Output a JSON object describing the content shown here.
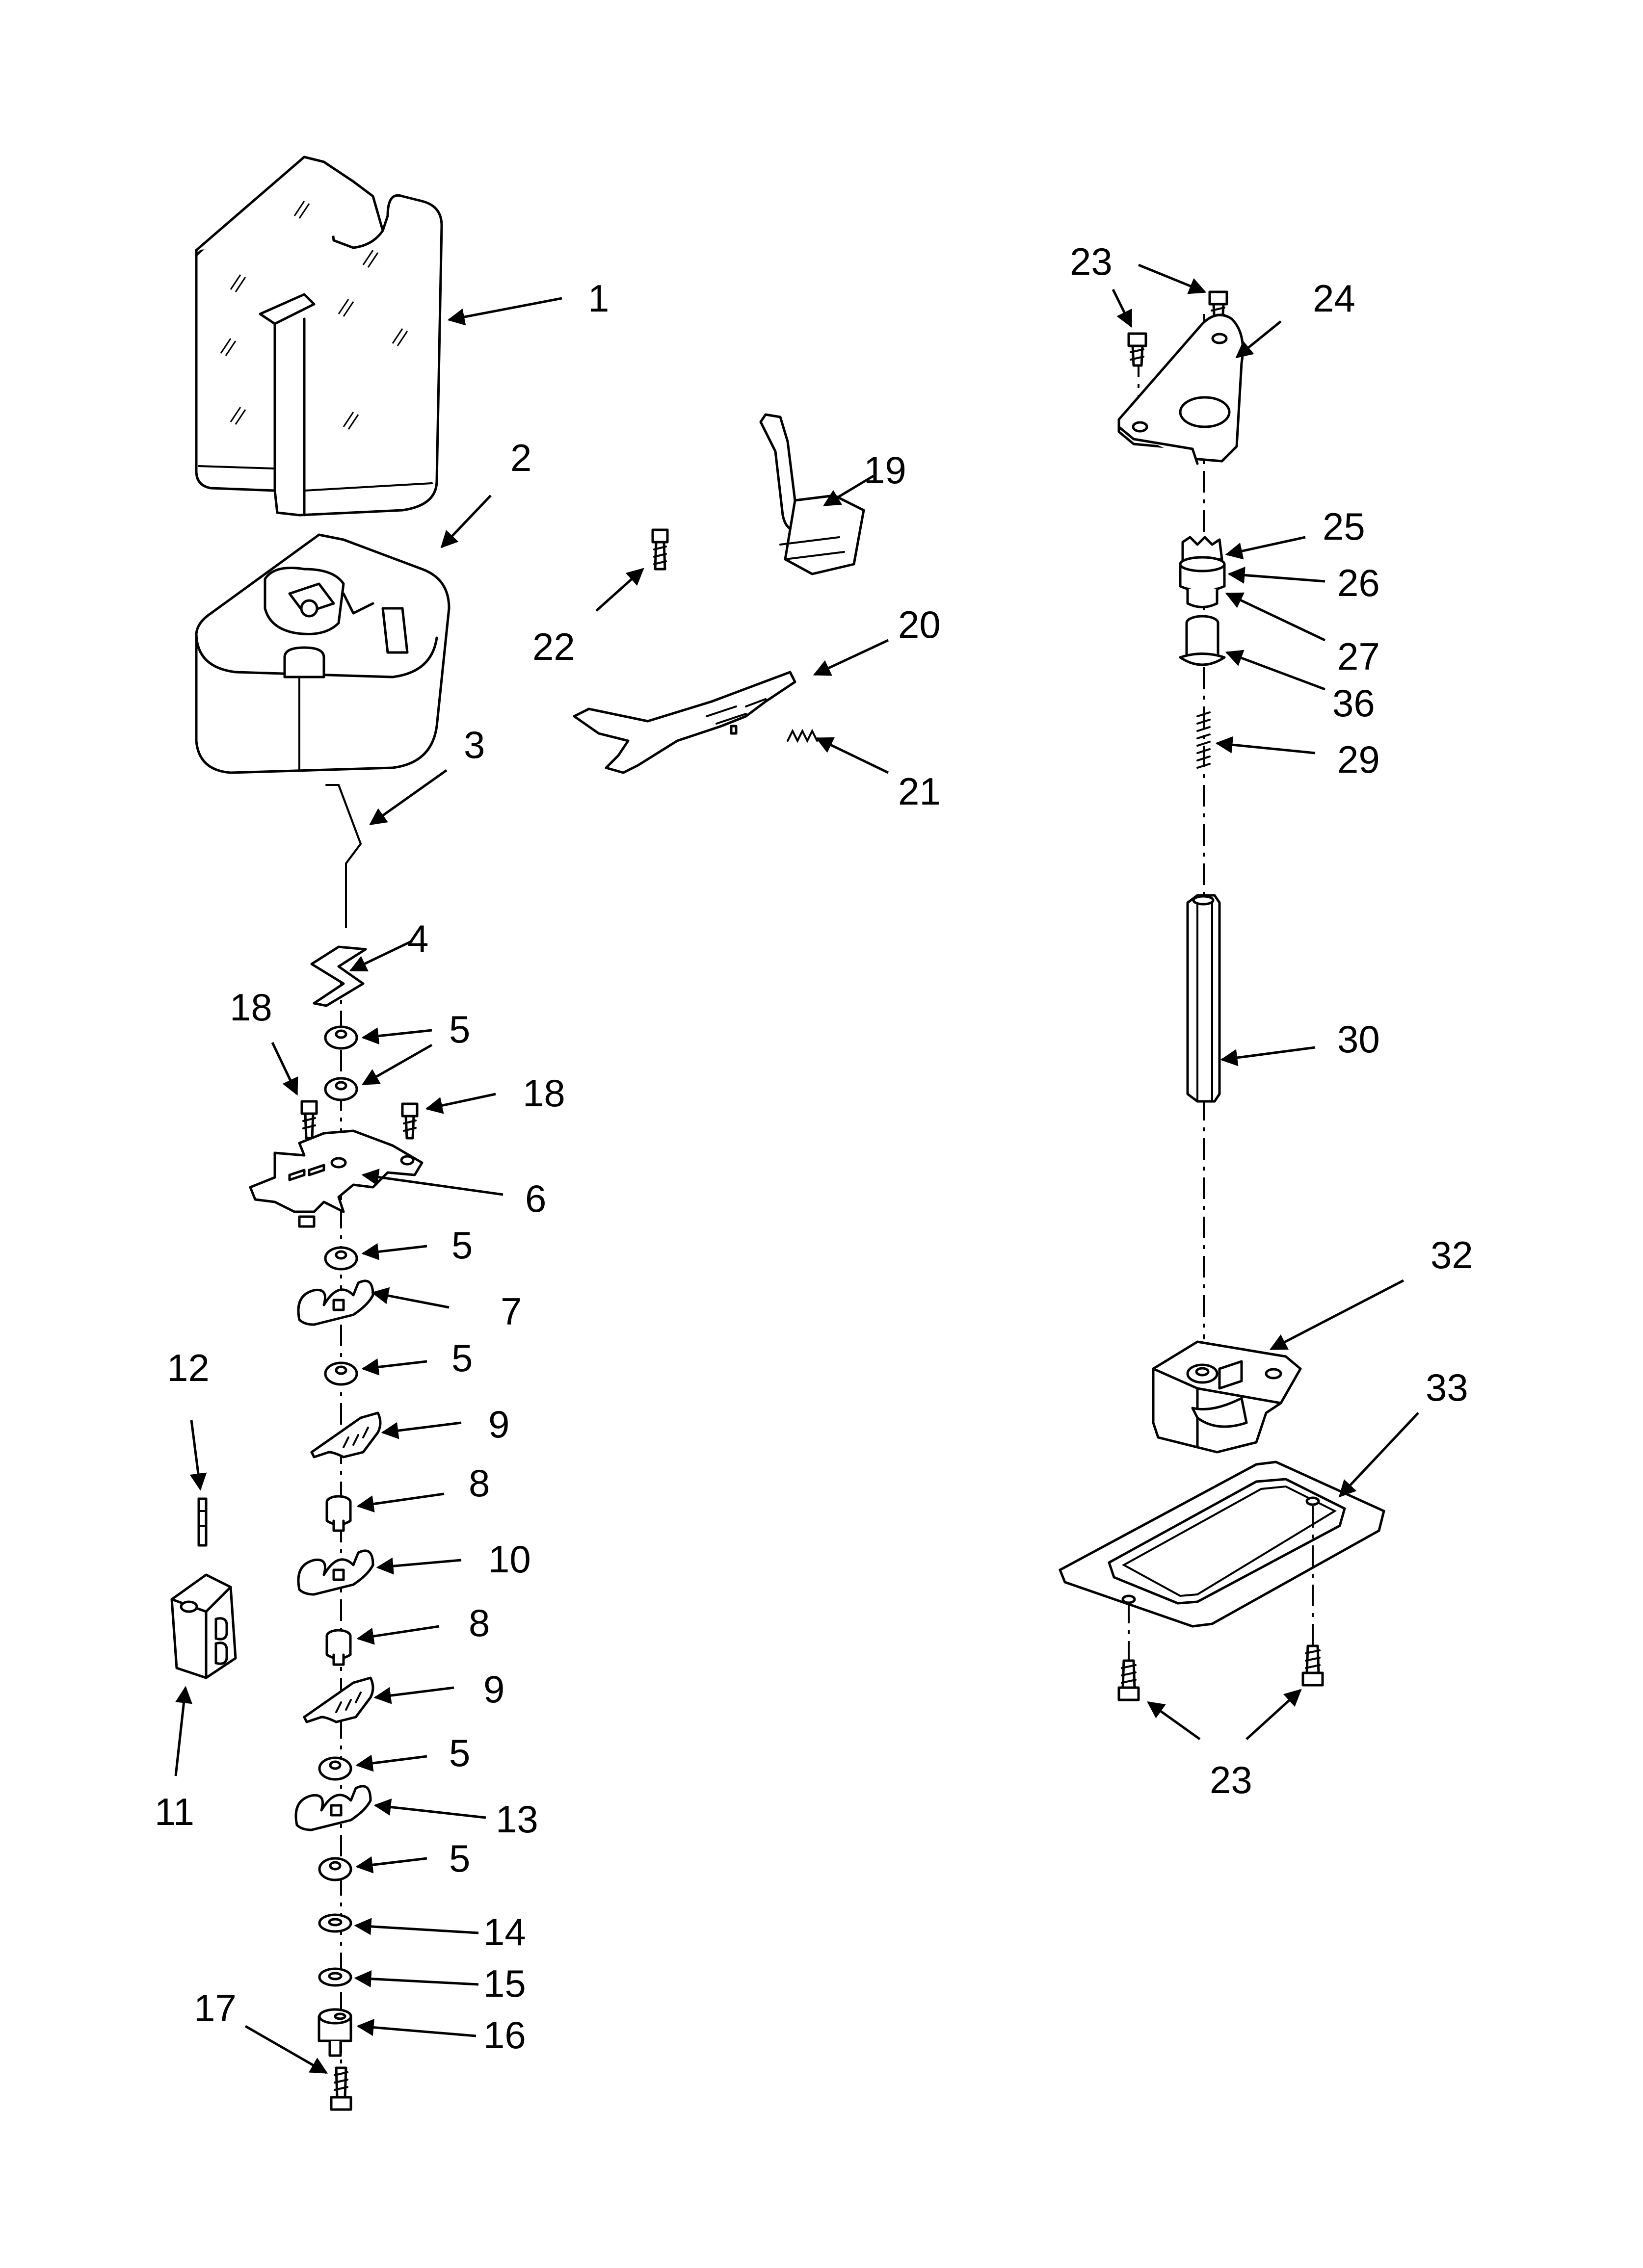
{
  "callouts": {
    "c1": "1",
    "c2": "2",
    "c3": "3",
    "c4": "4",
    "c5a": "5",
    "c5b": "5",
    "c5c": "5",
    "c5d": "5",
    "c5e": "5",
    "c5f": "5",
    "c6": "6",
    "c7": "7",
    "c8a": "8",
    "c8b": "8",
    "c9a": "9",
    "c9b": "9",
    "c10": "10",
    "c11": "11",
    "c12": "12",
    "c13": "13",
    "c14": "14",
    "c15": "15",
    "c16": "16",
    "c17": "17",
    "c18a": "18",
    "c18b": "18",
    "c19": "19",
    "c20": "20",
    "c21": "21",
    "c22": "22",
    "c23a": "23",
    "c23b": "23",
    "c24": "24",
    "c25": "25",
    "c26": "26",
    "c27": "27",
    "c29": "29",
    "c30": "30",
    "c32": "32",
    "c33": "33",
    "c36": "36"
  }
}
